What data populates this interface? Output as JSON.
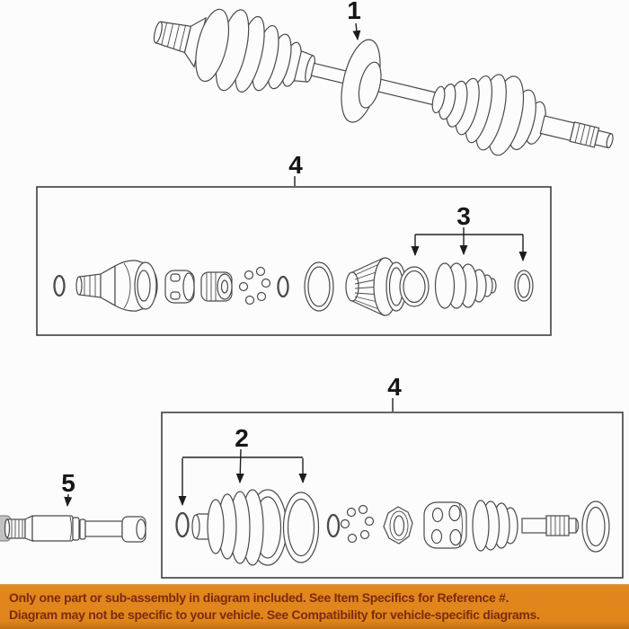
{
  "callouts": {
    "damper": "1",
    "outer_boot_kit": "2",
    "inner_boot_kit": "3",
    "inner_joint_kit": "4",
    "outer_joint_kit": "4",
    "intermediate_shaft": "5"
  },
  "banner": {
    "line1": "Only one part or sub-assembly in diagram included. See Item Specifics for Reference #.",
    "line2": "Diagram may not be specific to your vehicle. See Compatibility for vehicle-specific diagrams.",
    "background_color": "#e0851b",
    "text_color": "#7b2b10"
  },
  "colors": {
    "page_background": "#fcfcfc",
    "line_art": "#4a4a4a"
  }
}
